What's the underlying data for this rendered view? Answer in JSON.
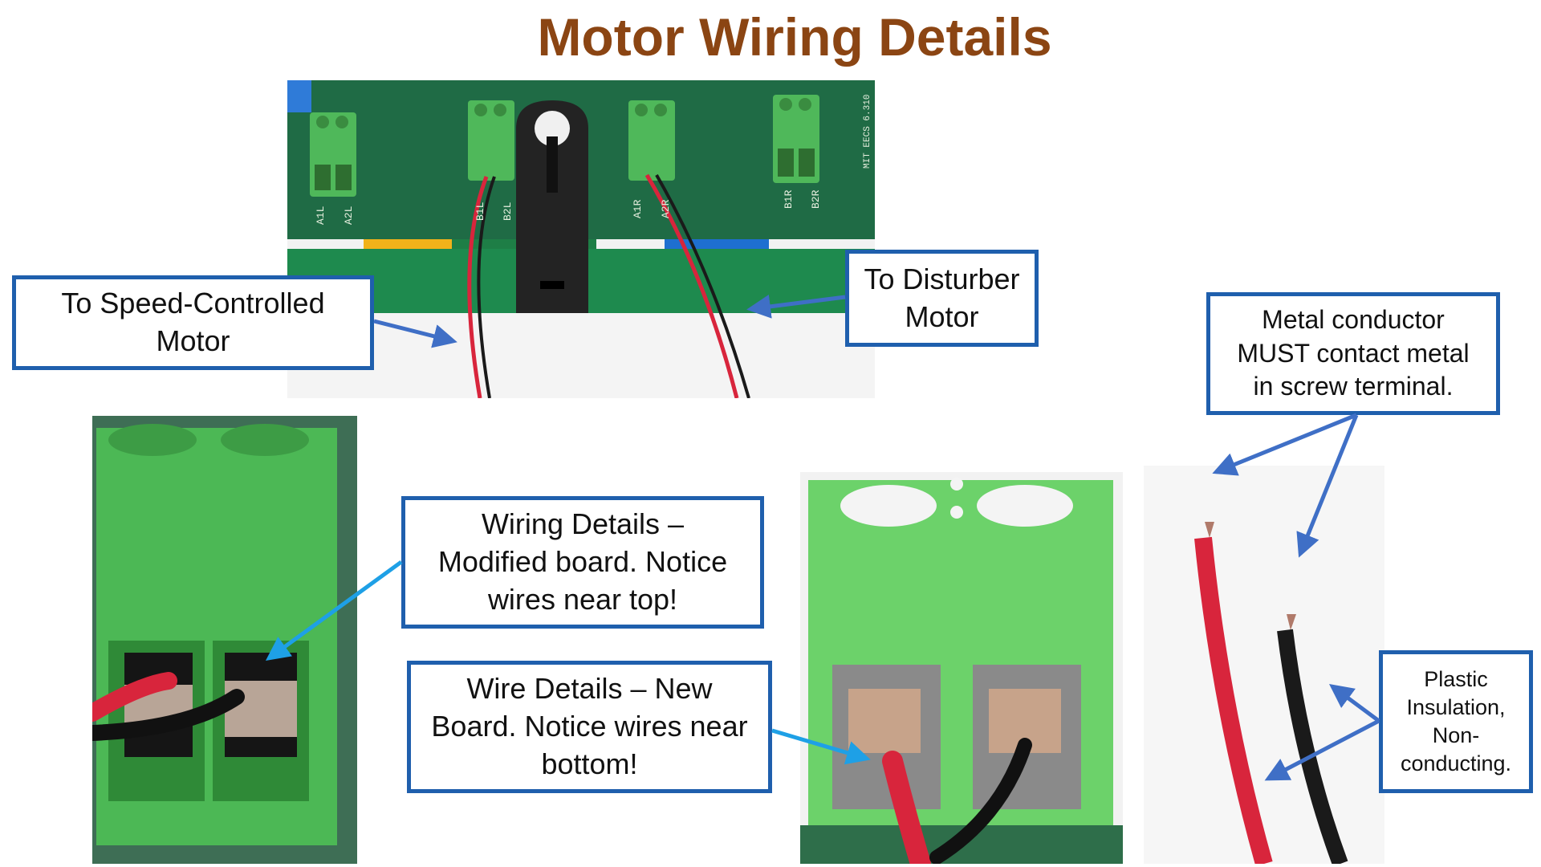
{
  "title": "Motor Wiring Details",
  "callouts": {
    "speed_controlled": [
      "To Speed-Controlled",
      "Motor"
    ],
    "disturber": [
      "To Disturber",
      "Motor"
    ],
    "metal_conductor": [
      "Metal conductor",
      "MUST contact metal",
      "in screw terminal."
    ],
    "modified_board": [
      "Wiring Details –",
      "Modified board. Notice",
      "wires near top!"
    ],
    "new_board": [
      "Wire Details – New",
      "Board.  Notice wires near",
      "bottom!"
    ],
    "insulation": [
      "Plastic",
      "Insulation,",
      "Non-",
      "conducting."
    ]
  },
  "board_labels": {
    "left": [
      "A1L",
      "A2L"
    ],
    "mid_left": [
      "B1L",
      "B2L"
    ],
    "mid_right": [
      "A1R",
      "A2R"
    ],
    "right": [
      "B1R",
      "B2R"
    ],
    "edge": "MIT EECS 6.310"
  },
  "colors": {
    "title": "#8B4513",
    "callout_border": "#1F5FAD",
    "arrow_dark": "#3F6FC6",
    "arrow_light": "#1EA0E6",
    "pcb_green": "#1F6B45",
    "terminal_green": "#5FC75F",
    "wire_red": "#D8253C",
    "wire_black": "#1A1A1A"
  }
}
